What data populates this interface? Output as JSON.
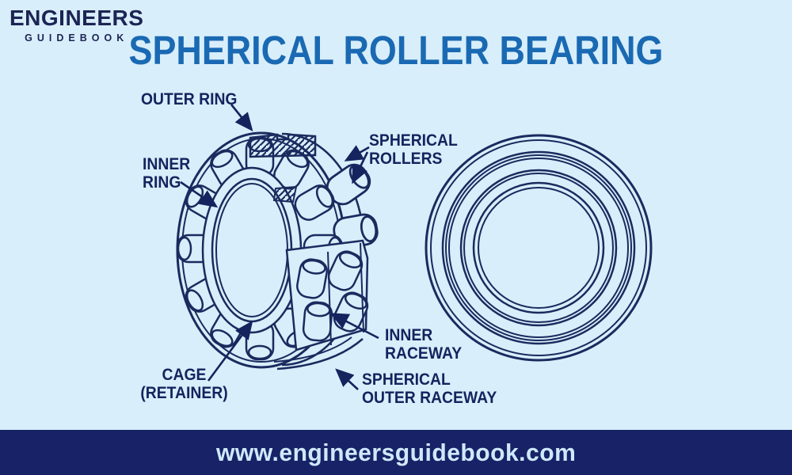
{
  "brand": {
    "line1": "ENGINEERS",
    "line2": "GUIDEBOOK"
  },
  "title": "SPHERICAL ROLLER BEARING",
  "labels": {
    "outer_ring": {
      "line1": "OUTER RING",
      "line2": ""
    },
    "inner_ring": {
      "line1": "INNER",
      "line2": "RING"
    },
    "spherical_rollers": {
      "line1": "SPHERICAL",
      "line2": "ROLLERS"
    },
    "inner_raceway": {
      "line1": "INNER",
      "line2": "RACEWAY"
    },
    "cage": {
      "line1": "CAGE",
      "line2": "(RETAINER)"
    },
    "outer_raceway": {
      "line1": "SPHERICAL",
      "line2": "OUTER RACEWAY"
    }
  },
  "footer": {
    "url": "www.engineersguidebook.com"
  },
  "colors": {
    "background": "#d8eefa",
    "line_ink": "#1b2a5e",
    "label_ink": "#15235e",
    "title_blue": "#1a69b3",
    "footer_background": "#182266",
    "footer_text": "#cfe9fb",
    "brand_ink": "#1c2454"
  }
}
